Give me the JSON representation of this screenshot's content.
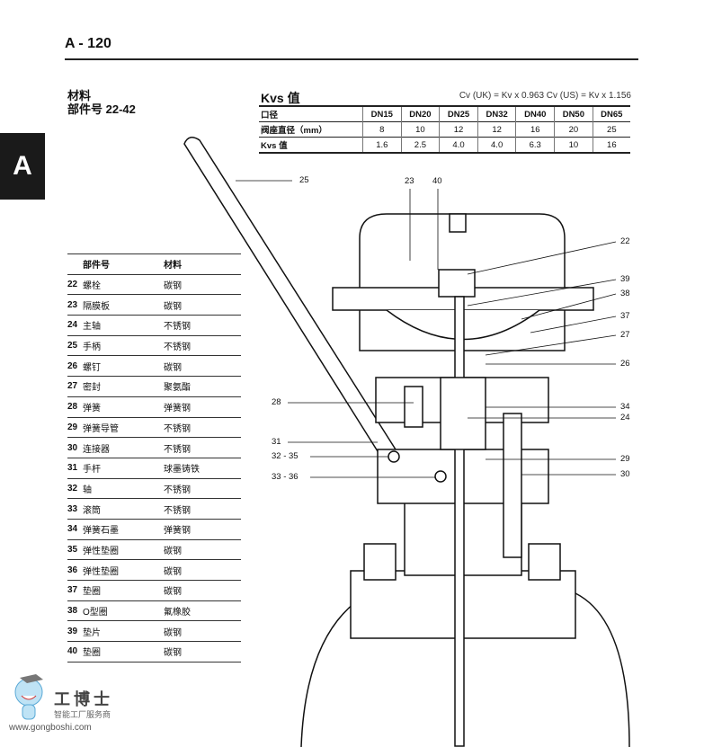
{
  "header": {
    "page": "A - 120",
    "tab": "A"
  },
  "section": {
    "line1": "材料",
    "line2": "部件号 22-42"
  },
  "kvs": {
    "title": "Kvs 值",
    "formula": "Cv (UK) = Kv x 0.963 Cv (US) = Kv x 1.156",
    "rows": [
      [
        "口径",
        "DN15",
        "DN20",
        "DN25",
        "DN32",
        "DN40",
        "DN50",
        "DN65"
      ],
      [
        "阀座直径（mm）",
        "8",
        "10",
        "12",
        "12",
        "16",
        "20",
        "25"
      ],
      [
        "Kvs 值",
        "1.6",
        "2.5",
        "4.0",
        "4.0",
        "6.3",
        "10",
        "16"
      ]
    ]
  },
  "parts": {
    "head": {
      "name": "部件号",
      "mat": "材料"
    },
    "rows": [
      {
        "n": "22",
        "name": "螺栓",
        "mat": "碳钢"
      },
      {
        "n": "23",
        "name": "隔膜板",
        "mat": "碳钢"
      },
      {
        "n": "24",
        "name": "主轴",
        "mat": "不锈钢"
      },
      {
        "n": "25",
        "name": "手柄",
        "mat": "不锈钢"
      },
      {
        "n": "26",
        "name": "螺钉",
        "mat": "碳钢"
      },
      {
        "n": "27",
        "name": "密封",
        "mat": "聚氨酯"
      },
      {
        "n": "28",
        "name": "弹簧",
        "mat": "弹簧钢"
      },
      {
        "n": "29",
        "name": "弹簧导管",
        "mat": "不锈钢"
      },
      {
        "n": "30",
        "name": "连接器",
        "mat": "不锈钢"
      },
      {
        "n": "31",
        "name": "手杆",
        "mat": "球墨铸铁"
      },
      {
        "n": "32",
        "name": "轴",
        "mat": "不锈钢"
      },
      {
        "n": "33",
        "name": "滚筒",
        "mat": "不锈钢"
      },
      {
        "n": "34",
        "name": "弹簧石墨",
        "mat": "弹簧钢"
      },
      {
        "n": "35",
        "name": "弹性垫圈",
        "mat": "碳钢"
      },
      {
        "n": "36",
        "name": "弹性垫圈",
        "mat": "碳钢"
      },
      {
        "n": "37",
        "name": "垫圈",
        "mat": "碳钢"
      },
      {
        "n": "38",
        "name": "O型圈",
        "mat": "氟橡胶"
      },
      {
        "n": "39",
        "name": "垫片",
        "mat": "碳钢"
      },
      {
        "n": "40",
        "name": "垫圈",
        "mat": "碳钢"
      }
    ]
  },
  "callouts": {
    "c25": "25",
    "c23": "23",
    "c40": "40",
    "c22": "22",
    "c39": "39",
    "c38": "38",
    "c37": "37",
    "c27": "27",
    "c26": "26",
    "c34": "34",
    "c24": "24",
    "c29": "29",
    "c30": "30",
    "c28": "28",
    "c31": "31",
    "c3235": "32 - 35",
    "c3336": "33 - 36"
  },
  "logo": {
    "name": "工博士",
    "tagline": "智能工厂服务商",
    "url": "www.gongboshi.com"
  }
}
